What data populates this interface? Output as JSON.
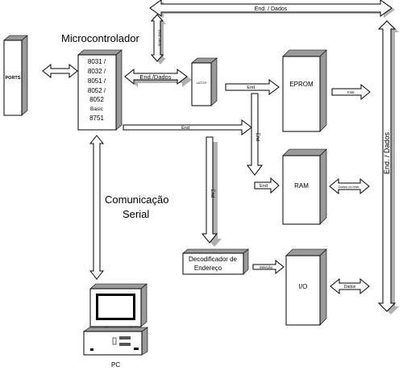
{
  "blocks": {
    "ports": "PORTS",
    "mcu_title": "Microcontrolador",
    "mcu_models": [
      "8031 /",
      "8032 /",
      "8051 /",
      "8052 /",
      "8052",
      "Basic",
      "8751"
    ],
    "latch": "LATCH",
    "eprom": "EPROM",
    "ram": "RAM",
    "io": "I/O",
    "decoder_line1": "Decodificador de",
    "decoder_line2": "Endereço",
    "pc": "PC"
  },
  "arrows": {
    "top_bus": "End. / Dados",
    "right_bus": "End. / Dados",
    "end_altos": "End. Altos",
    "end_dados": "End./Dados",
    "end_latch": "End.",
    "end_mcu": "End",
    "end_vertical_latch": "End",
    "end_ram": "End",
    "end_decoder": "End",
    "instr": "Instr.",
    "dados_instr": "Dados ou Instr.",
    "selecao": "Seleção",
    "dados_io": "Dados"
  },
  "comm": {
    "line1": "Comunicação",
    "line2": "Serial"
  }
}
